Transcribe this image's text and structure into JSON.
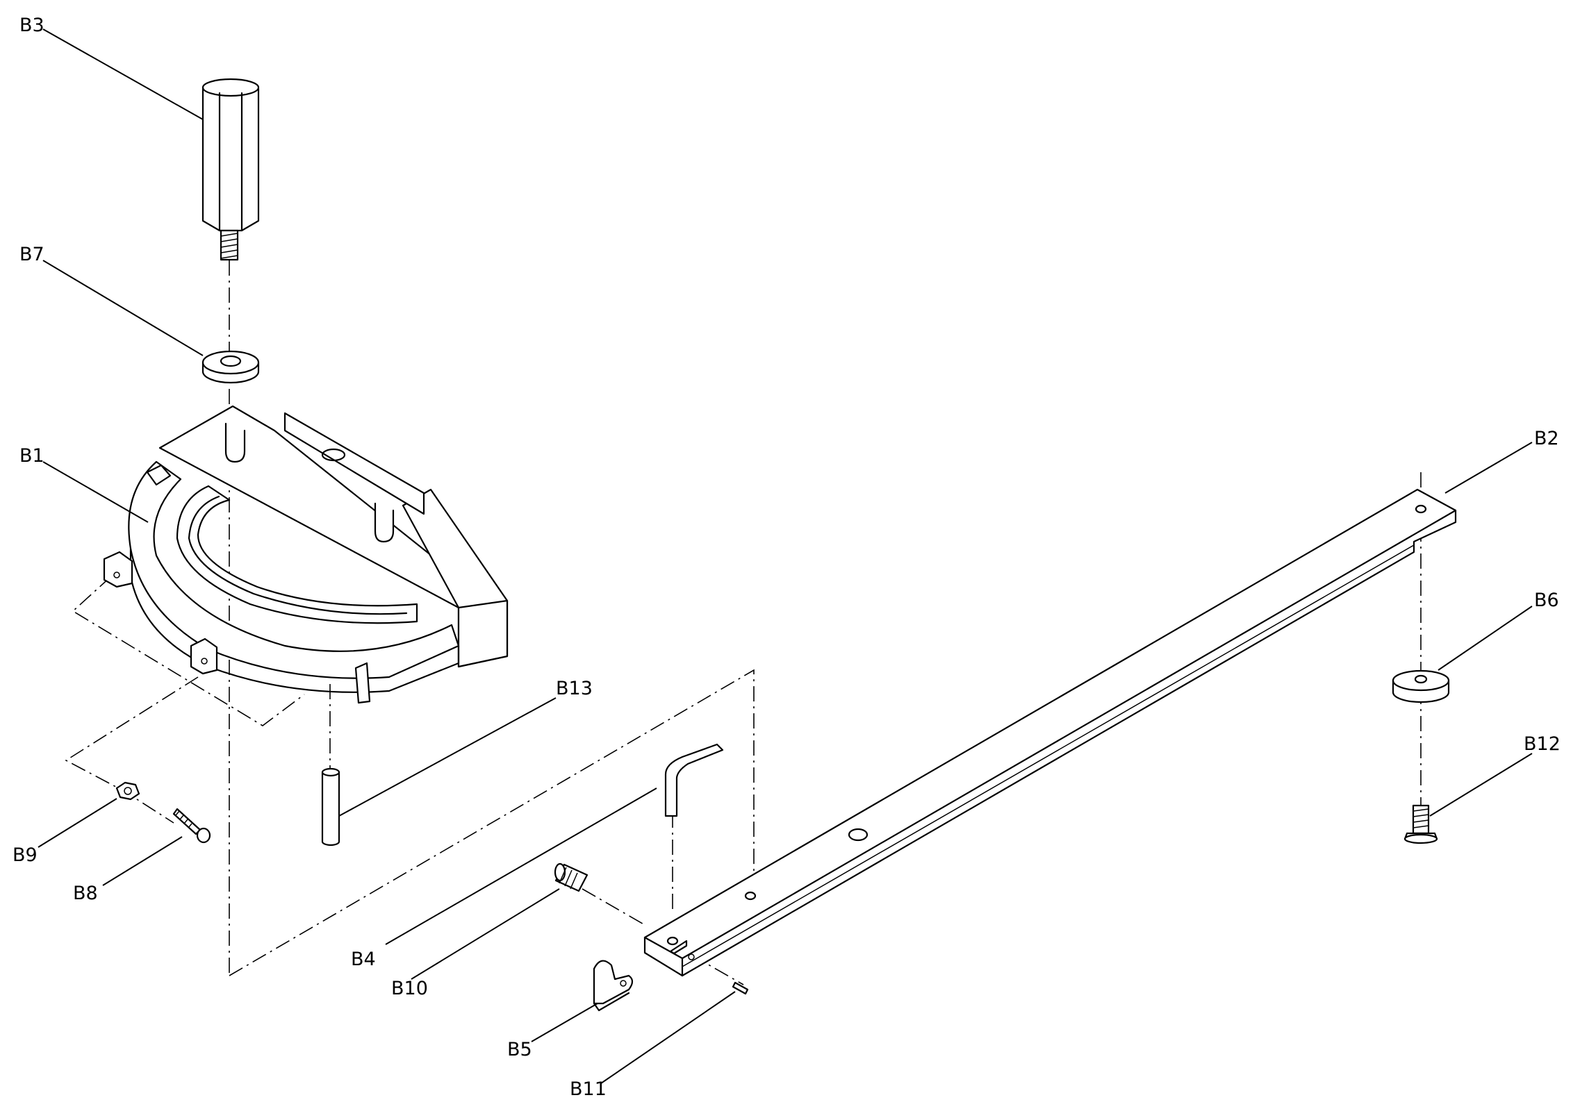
{
  "labels": {
    "B1": "B1",
    "B2": "B2",
    "B3": "B3",
    "B4": "B4",
    "B5": "B5",
    "B6": "B6",
    "B7": "B7",
    "B8": "B8",
    "B9": "B9",
    "B10": "B10",
    "B11": "B11",
    "B12": "B12",
    "B13": "B13"
  },
  "colors": {
    "line": "#000000",
    "background": "#ffffff"
  }
}
